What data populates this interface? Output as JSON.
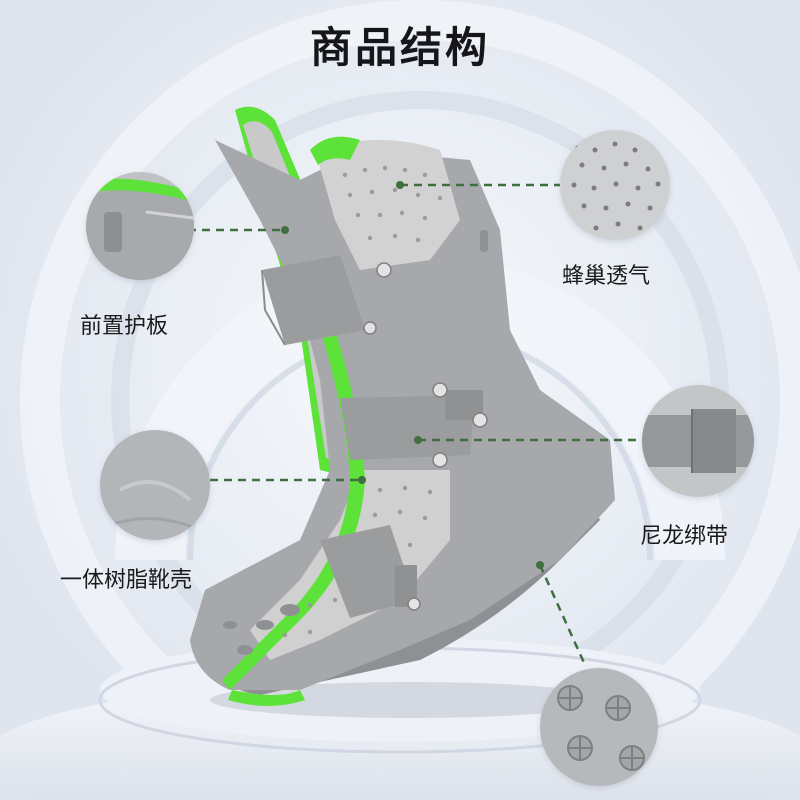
{
  "title": "商品结构",
  "callouts": {
    "front_guard": {
      "label": "前置护板",
      "icon": "front-guard-closeup"
    },
    "breathable": {
      "label": "蜂巢透气",
      "icon": "perforated-liner-closeup"
    },
    "shell": {
      "label": "一体树脂靴壳",
      "icon": "resin-shell-closeup"
    },
    "strap": {
      "label": "尼龙绑带",
      "icon": "velcro-strap-closeup"
    },
    "sole": {
      "label": "",
      "icon": "anti-slip-sole-closeup"
    }
  },
  "colors": {
    "accent_green": "#5de23a",
    "shell_grey": "#a6a8ab",
    "liner_grey": "#cfcfcf",
    "strap_grey": "#9a9c9e",
    "dash_green": "#3f6f3f",
    "background": "#e6ebf3"
  }
}
